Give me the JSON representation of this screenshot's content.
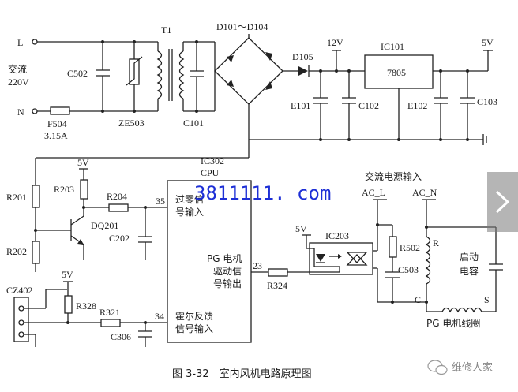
{
  "watermark": "3811111. com",
  "caption": "图 3-32　室内风机电路原理图",
  "brand": "维修人家",
  "colors": {
    "wire": "#222222",
    "watermark": "#1d2fd6",
    "nav_bg": "#808080"
  },
  "labels": {
    "L": "L",
    "N": "N",
    "ac_line1": "交流",
    "ac_line2": "220V",
    "C502": "C502",
    "F504": "F504",
    "F504_rating": "3.15A",
    "ZE503": "ZE503",
    "T1": "T1",
    "C101": "C101",
    "D101_D104": "D101～D104",
    "D105": "D105",
    "v12": "12V",
    "IC101": "IC101",
    "reg": "7805",
    "v5_top": "5V",
    "E101": "E101",
    "C102": "C102",
    "E102": "E102",
    "C103": "C103",
    "IC302": "IC302",
    "CPU": "CPU",
    "v5_q": "5V",
    "R201": "R201",
    "R203": "R203",
    "R204": "R204",
    "DQ201": "DQ201",
    "C202": "C202",
    "R202": "R202",
    "pin35": "35",
    "zc1": "过零信",
    "zc2": "号输入",
    "pg1": "PG 电机",
    "pg2": "驱动信",
    "pg3": "号输出",
    "pin23": "23",
    "R324": "R324",
    "hall1": "霍尔反馈",
    "hall2": "信号输入",
    "pin34": "34",
    "CZ402": "CZ402",
    "v5_cz": "5V",
    "R328": "R328",
    "R321": "R321",
    "C306": "C306",
    "ac_in": "交流电源输入",
    "AC_L": "AC_L",
    "AC_N": "AC_N",
    "v5_ic": "5V",
    "IC203": "IC203",
    "R502": "R502",
    "C503": "C503",
    "R": "R",
    "C": "C",
    "S": "S",
    "cap1": "启动",
    "cap2": "电容",
    "motor": "PG 电机线圈"
  },
  "icons": {
    "wechat": "wechat-icon",
    "next": "chevron-right-icon"
  }
}
